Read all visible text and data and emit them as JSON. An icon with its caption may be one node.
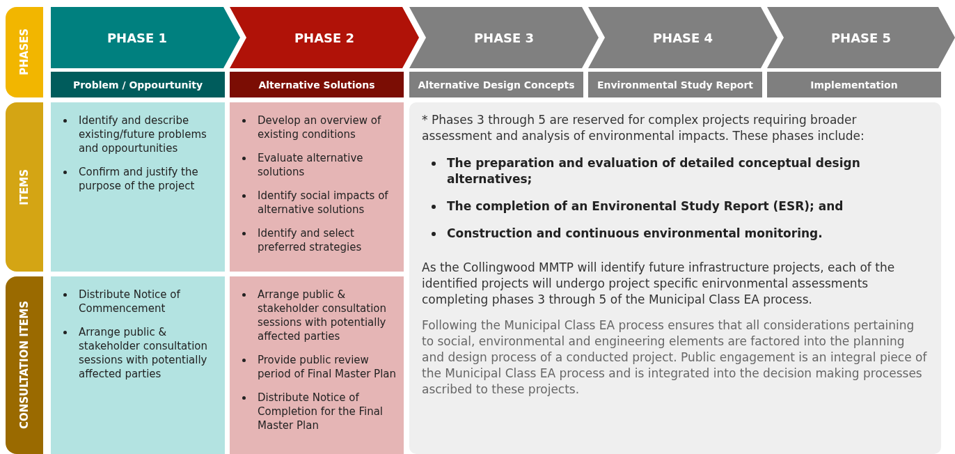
{
  "diagram": {
    "nodes": [
      {
        "text": [
          "PHASES"
        ]
      },
      {
        "text": [
          "PHASE 1"
        ]
      },
      {
        "text": [
          "PHASE 2"
        ]
      },
      {
        "text": [
          "PHASE 3"
        ]
      },
      {
        "text": [
          "PHASE 4"
        ]
      },
      {
        "text": [
          "PHASE 5"
        ]
      },
      {
        "text": [
          "Problem / Oppourtunity"
        ]
      },
      {
        "text": [
          "Alternative Solutions"
        ]
      },
      {
        "text": [
          "Alternative Design Concepts"
        ]
      },
      {
        "text": [
          "Environmental Study Report"
        ]
      },
      {
        "text": [
          "Implementation"
        ]
      },
      {
        "text": [
          "ITEMS"
        ]
      },
      {
        "text": [
          "Identify and describe existing/future problems and oppourtunities",
          "Confirm and justify the purpose of the project"
        ]
      },
      {
        "text": [
          "Develop an overview of existing conditions",
          "Evaluate alternative solutions",
          "Identify social impacts of alternative solutions",
          "Identify and select preferred strategies"
        ]
      },
      {
        "text": [
          "* Phases 3 through 5 are reserved for complex projects requiring broader assessment and analysis of environmental impacts. These phases include:",
          "The preparation and evaluation of detailed conceptual design alternatives;",
          "The completion of an Environental Study Report (ESR); and",
          "Construction and continuous environmental monitoring.",
          "As the Collingwood MMTP will identify future infrastructure projects, each of the identified projects will undergo project specific enirvonmental assessments completing phases 3 through 5 of the Municipal Class EA process.",
          "Following the Municipal Class EA process ensures that all considerations pertaining to social, environmental and engineering elements are factored into the planning and design process of a conducted project. Public engagement is an integral piece of the Municipal Class EA process and is integrated into the decision making processes ascribed to these projects."
        ]
      },
      {
        "text": [
          "CONSULTATION ITEMS"
        ]
      },
      {
        "text": [
          "Distribute Notice of Commencement",
          "Arrange public & stakeholder consultation sessions with potentially affected parties"
        ]
      },
      {
        "text": [
          "Arrange public & stakeholder consultation sessions with potentially affected parties",
          "Provide public review period of Final Master Plan",
          "Distribute Notice of Completion for the Final Master Plan"
        ]
      }
    ]
  }
}
